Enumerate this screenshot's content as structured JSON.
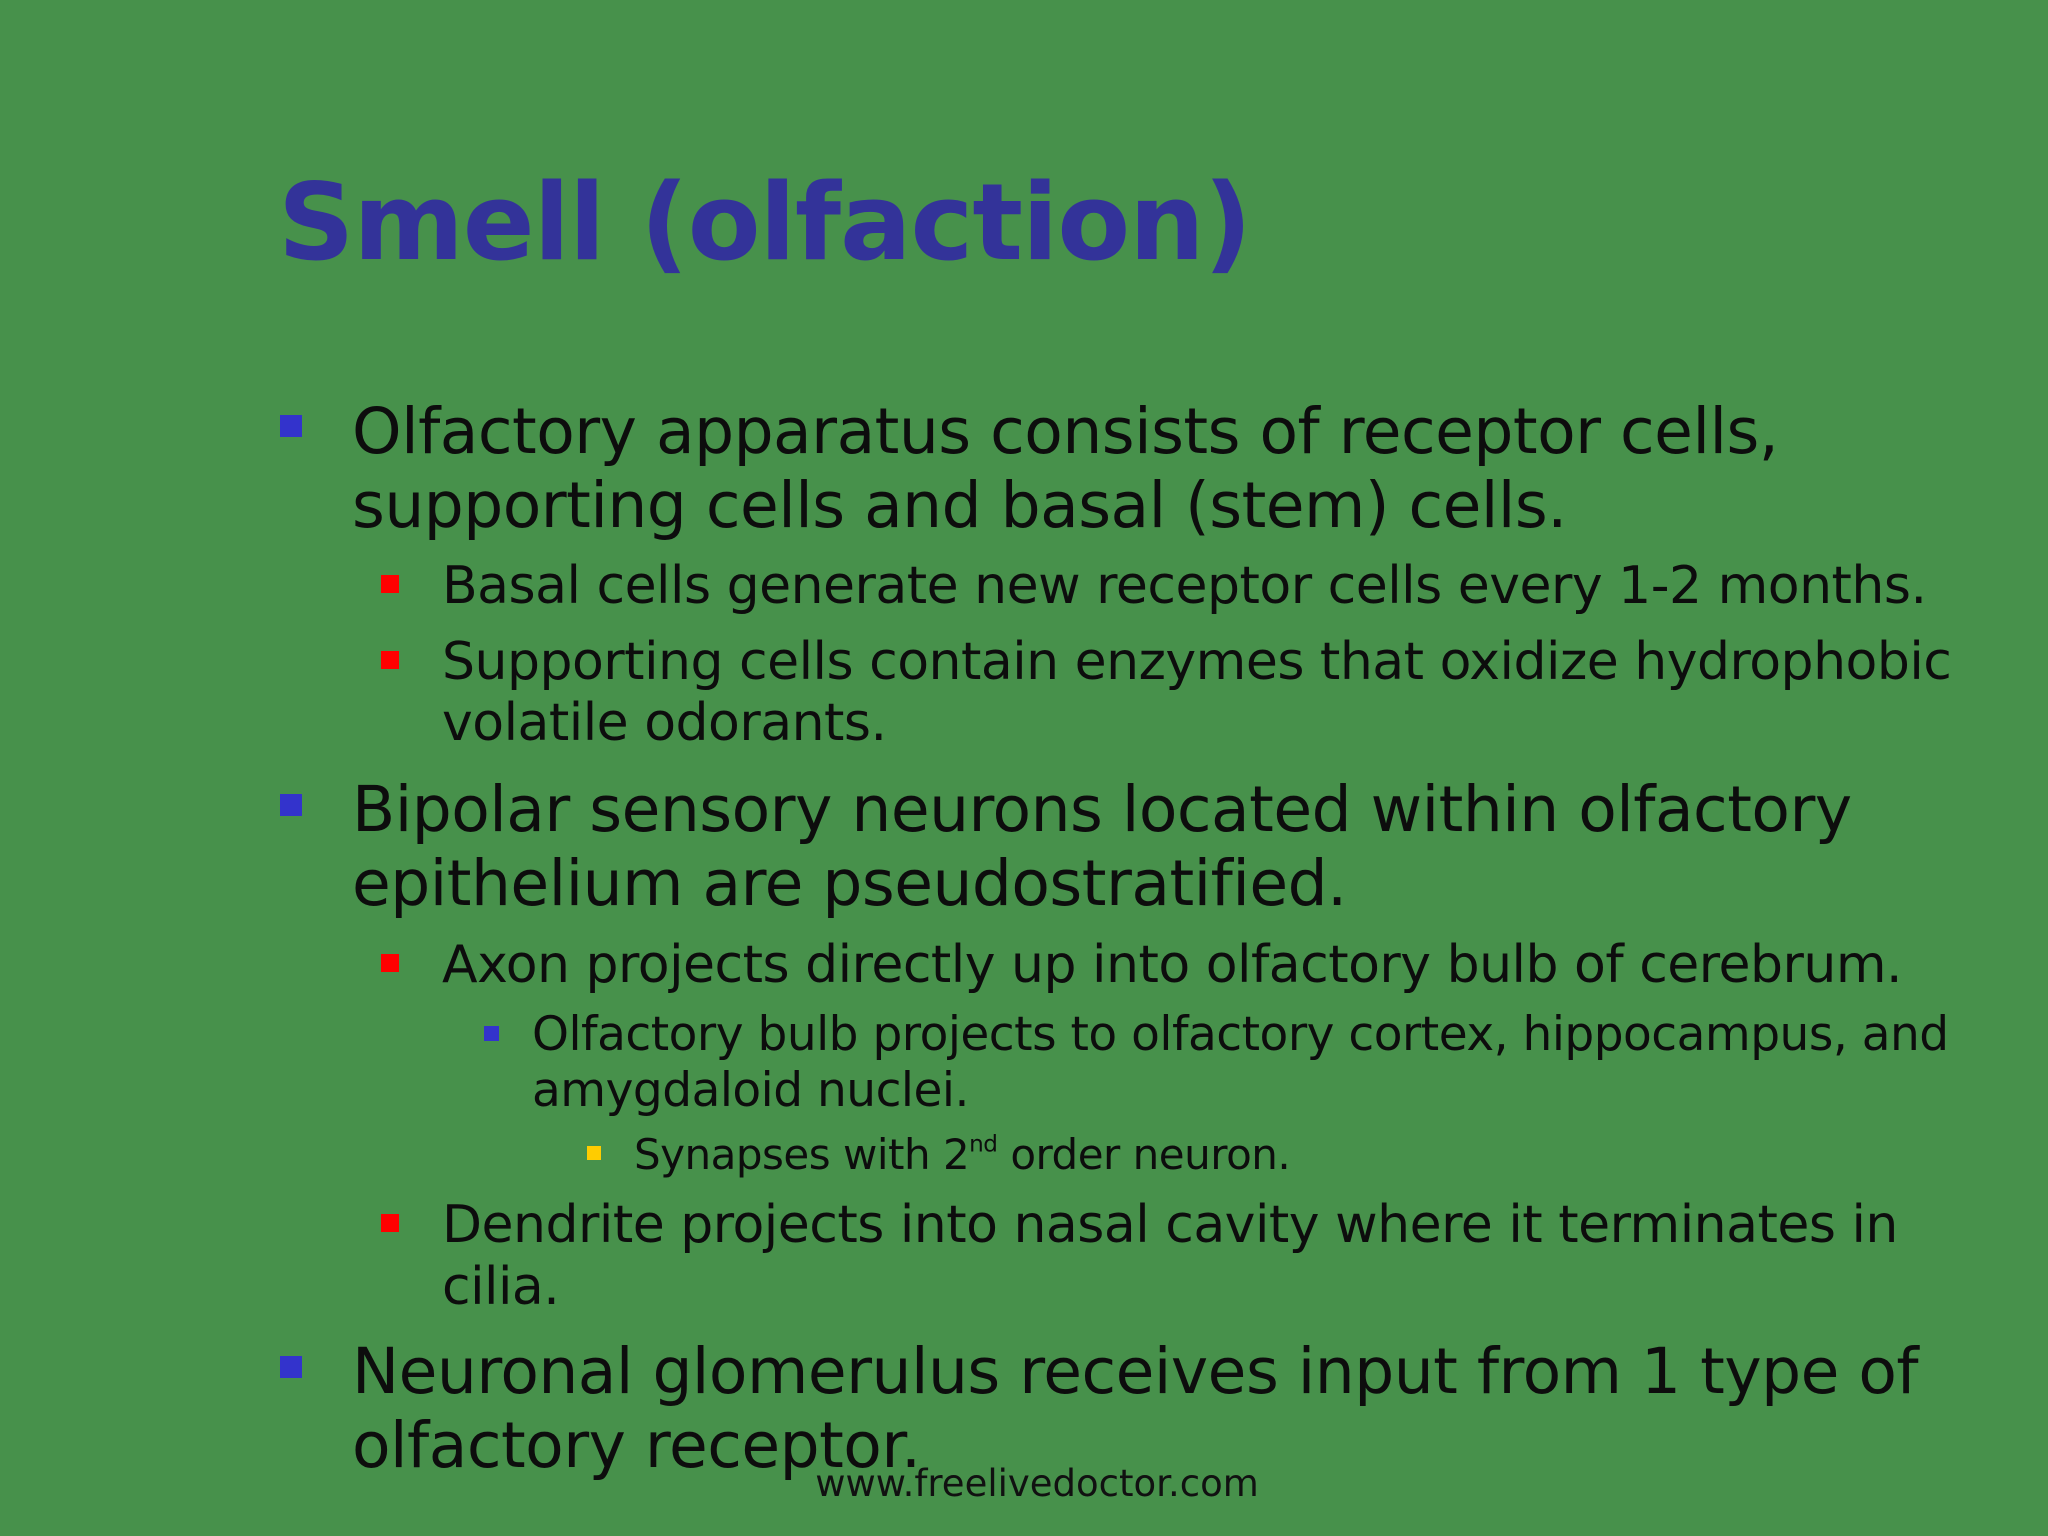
{
  "slide": {
    "title": "Smell (olfaction)",
    "bullets": [
      {
        "level": 1,
        "lines": [
          "Olfactory apparatus consists of receptor cells,",
          "supporting cells and basal (stem) cells."
        ],
        "bullet_color": "#3333cc"
      },
      {
        "level": 2,
        "lines": [
          "Basal cells generate new receptor cells every 1-2 months."
        ],
        "bullet_color": "#ff0000"
      },
      {
        "level": 2,
        "lines": [
          "Supporting cells contain enzymes that oxidize hydrophobic",
          "volatile odorants."
        ],
        "bullet_color": "#ff0000"
      },
      {
        "level": 1,
        "lines": [
          "Bipolar sensory neurons located within olfactory",
          "epithelium are pseudostratified."
        ],
        "bullet_color": "#3333cc"
      },
      {
        "level": 2,
        "lines": [
          "Axon projects directly up into olfactory bulb of cerebrum."
        ],
        "bullet_color": "#ff0000"
      },
      {
        "level": 3,
        "lines": [
          "Olfactory bulb projects to olfactory cortex, hippocampus, and",
          "amygdaloid nuclei."
        ],
        "bullet_color": "#3333cc"
      },
      {
        "level": 4,
        "text_before": "Synapses with 2",
        "superscript": "nd",
        "text_after": " order neuron.",
        "bullet_color": "#ffcc00"
      },
      {
        "level": 2,
        "lines": [
          "Dendrite projects into nasal cavity where it terminates in",
          "cilia."
        ],
        "bullet_color": "#ff0000"
      },
      {
        "level": 1,
        "lines": [
          "Neuronal glomerulus receives input from 1 type of",
          "olfactory receptor."
        ],
        "bullet_color": "#3333cc"
      }
    ],
    "footer": "www.freelivedoctor.com",
    "colors": {
      "background": "#47914b",
      "title": "#333399",
      "text": "#0d0d0d"
    }
  }
}
